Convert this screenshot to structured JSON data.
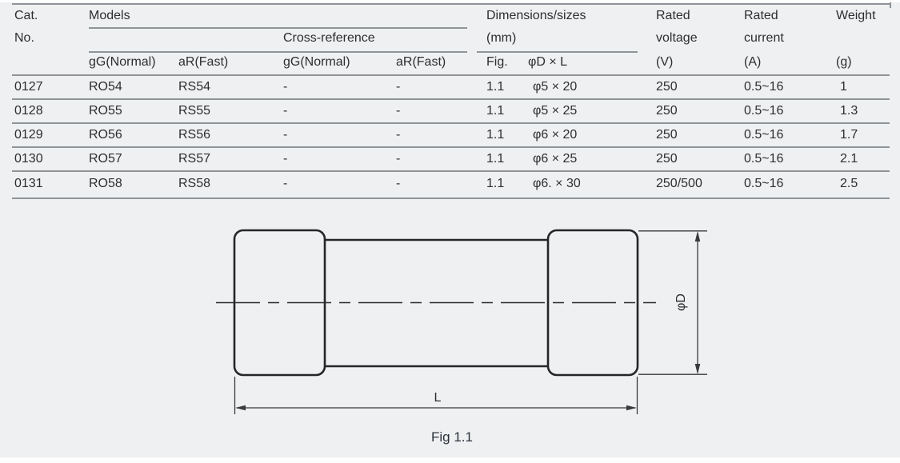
{
  "page": {
    "background": "#eff0f1",
    "rule_color": "#8f9498",
    "text_color": "#2c2e31",
    "outline_color": "#262626"
  },
  "table": {
    "header": {
      "cat_line1": "Cat.",
      "cat_line2": "No.",
      "models": "Models",
      "cross_reference": "Cross-reference",
      "dimensions_line1": "Dimensions/sizes",
      "dimensions_line2": "(mm)",
      "rated_voltage_line1": "Rated",
      "rated_voltage_line2": "voltage",
      "rated_voltage_line3": "(V)",
      "rated_current_line1": "Rated",
      "rated_current_line2": "current",
      "rated_current_line3": "(A)",
      "weight_line1": "Weight",
      "weight_line2": "(g)",
      "sub_models_gg": "gG(Normal)",
      "sub_models_ar": "aR(Fast)",
      "sub_cross_gg": "gG(Normal)",
      "sub_cross_ar": "aR(Fast)",
      "sub_fig": "Fig.",
      "sub_dxl": "φD × L"
    },
    "rows": [
      {
        "cat": "0127",
        "gg": "RO54",
        "ar": "RS54",
        "cross_gg": "-",
        "cross_ar": "-",
        "fig": "1.1",
        "dxl": "φ5 × 20",
        "voltage": "250",
        "current": "0.5~16",
        "weight": "1"
      },
      {
        "cat": "0128",
        "gg": "RO55",
        "ar": "RS55",
        "cross_gg": "-",
        "cross_ar": "-",
        "fig": "1.1",
        "dxl": "φ5 × 25",
        "voltage": "250",
        "current": "0.5~16",
        "weight": "1.3"
      },
      {
        "cat": "0129",
        "gg": "RO56",
        "ar": "RS56",
        "cross_gg": "-",
        "cross_ar": "-",
        "fig": "1.1",
        "dxl": "φ6 × 20",
        "voltage": "250",
        "current": "0.5~16",
        "weight": "1.7"
      },
      {
        "cat": "0130",
        "gg": "RO57",
        "ar": "RS57",
        "cross_gg": "-",
        "cross_ar": "-",
        "fig": "1.1",
        "dxl": "φ6 × 25",
        "voltage": "250",
        "current": "0.5~16",
        "weight": "2.1"
      },
      {
        "cat": "0131",
        "gg": "RO58",
        "ar": "RS58",
        "cross_gg": "-",
        "cross_ar": "-",
        "fig": "1.1",
        "dxl": "φ6. × 30",
        "voltage": "250/500",
        "current": "0.5~16",
        "weight": "2.5"
      }
    ]
  },
  "figure": {
    "label_diameter": "φD",
    "label_length": "L",
    "caption": "Fig 1.1"
  }
}
